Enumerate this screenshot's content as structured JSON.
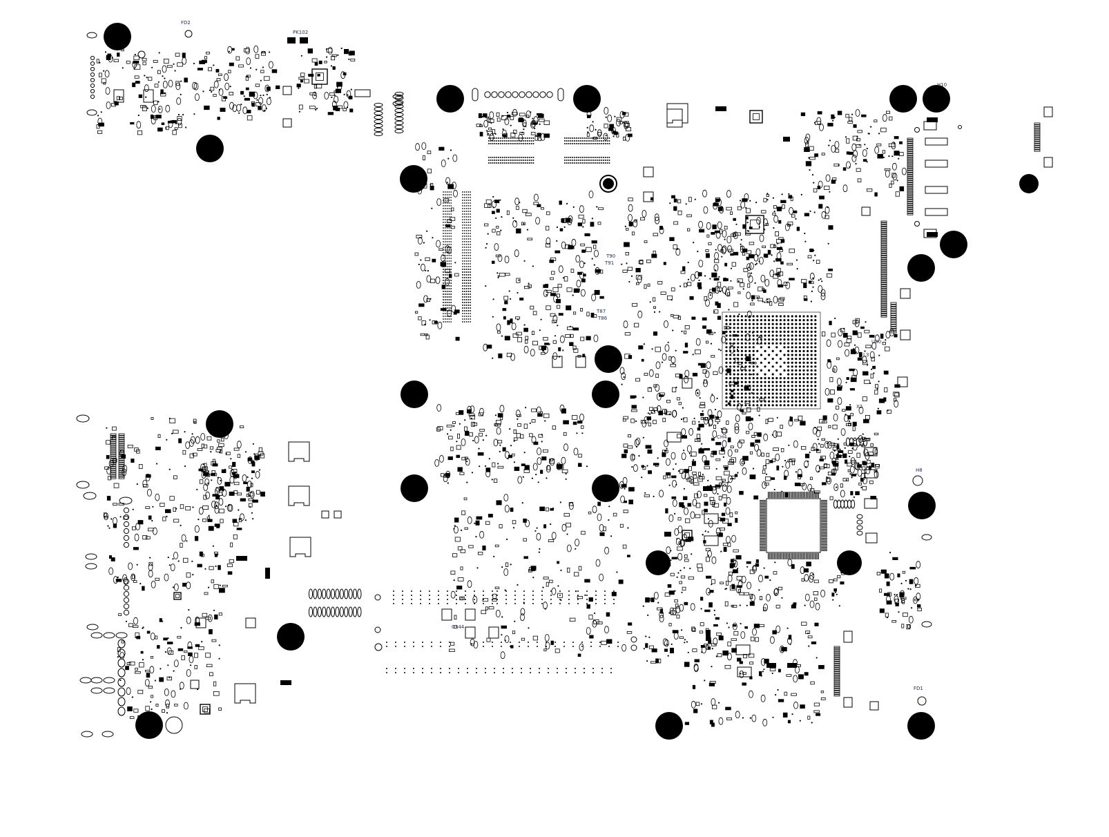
{
  "labels": {
    "fd2": "FD2",
    "fd1": "FD1",
    "pk102": "PK102",
    "h10": "H10",
    "h8": "H8",
    "c144": "C144",
    "t90": "T90",
    "t91": "T91",
    "t87": "T87",
    "t86": "T86",
    "l3": "L3",
    "x2": "X2",
    "u80": "U80",
    "ch4": "CH4"
  },
  "colors": {
    "background": "#ffffff",
    "copper": "#000000",
    "silkscreen_text": "#1d2a4a"
  }
}
